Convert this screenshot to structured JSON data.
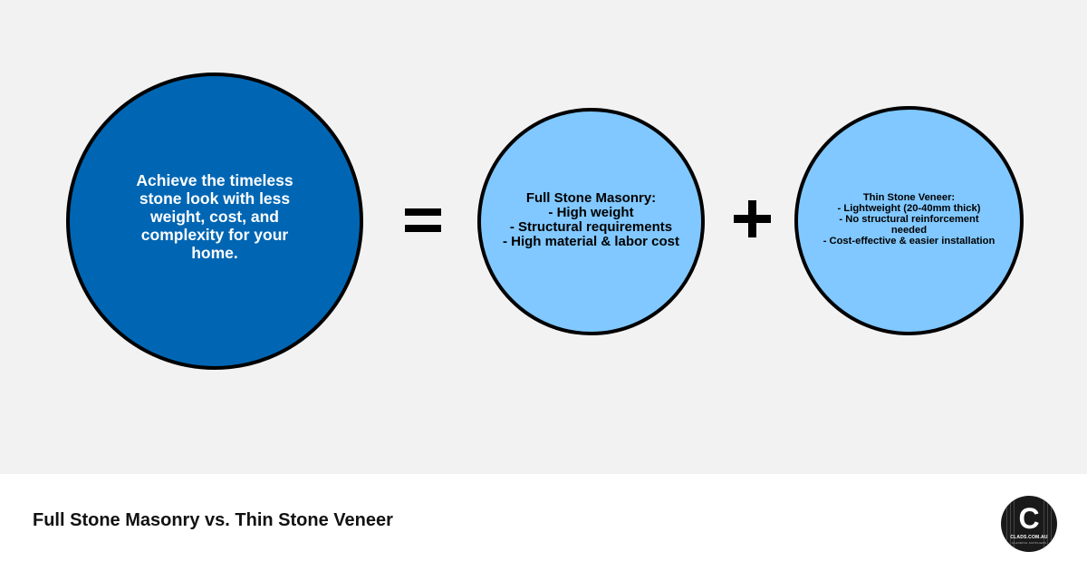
{
  "diagram": {
    "main_circle": {
      "text": "Achieve the timeless\nstone look with less\nweight, cost, and\ncomplexity for your\nhome."
    },
    "operator_equals": "=",
    "full_masonry_circle": {
      "text": "Full Stone Masonry:\n- High weight\n- Structural requirements\n- High material & labor cost"
    },
    "operator_plus": "+",
    "thin_veneer_circle": {
      "text": "Thin Stone Veneer:\n- Lightweight (20-40mm thick)\n- No structural reinforcement\nneeded\n- Cost-effective & easier installation"
    }
  },
  "footer": {
    "title": "Full Stone Masonry vs. Thin Stone Veneer",
    "logo": {
      "letter": "C",
      "domain": "CLADS.COM.AU",
      "tagline": "CLADDING SUPPLIERS"
    }
  },
  "colors": {
    "main_circle": "#0066b3",
    "secondary_circles": "#80c8ff",
    "background": "#f2f2f2",
    "footer_background": "#ffffff"
  }
}
